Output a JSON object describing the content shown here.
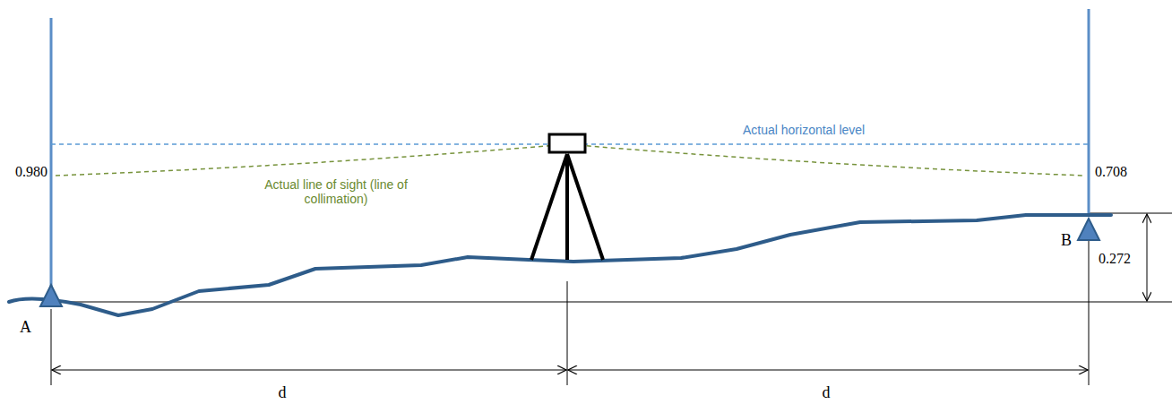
{
  "diagram": {
    "labels": [
      "Actual horizontal level",
      "0.980",
      "0.708",
      "Actual line of sight (line of collimation)",
      "0.272",
      "A",
      "B",
      "d",
      "d"
    ]
  }
}
